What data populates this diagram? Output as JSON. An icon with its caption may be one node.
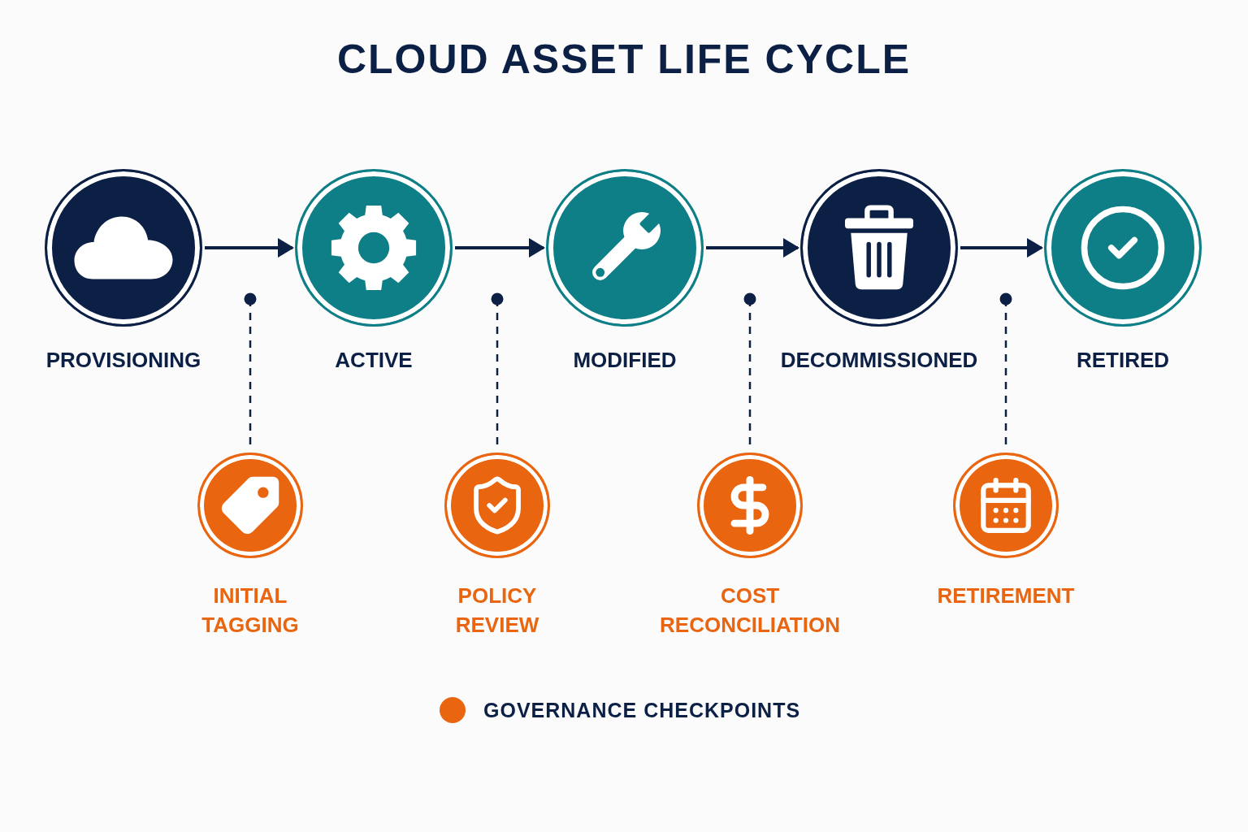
{
  "diagram": {
    "title": "CLOUD ASSET LIFE CYCLE",
    "nodes": [
      {
        "text": [
          "PROVISIONING"
        ]
      },
      {
        "text": [
          "ACTIVE"
        ]
      },
      {
        "text": [
          "MODIFIED"
        ]
      },
      {
        "text": [
          "DECOMMISSIONED"
        ]
      },
      {
        "text": [
          "RETIRED"
        ]
      },
      {
        "text": [
          "INITIAL TAGGING"
        ]
      },
      {
        "text": [
          "POLICY REVIEW"
        ]
      },
      {
        "text": [
          "COST RECONCILIATION"
        ]
      },
      {
        "text": [
          "RETIREMENT"
        ]
      }
    ],
    "edges": [
      {
        "from": 0,
        "to": 1,
        "arrow": "to"
      },
      {
        "from": 1,
        "to": 2,
        "arrow": "to"
      },
      {
        "from": 2,
        "to": 3,
        "arrow": "to"
      },
      {
        "from": 3,
        "to": 4,
        "arrow": "to"
      },
      {
        "from": null,
        "to": 5,
        "arrow": "other",
        "style": "dashed"
      },
      {
        "from": null,
        "to": 6,
        "arrow": "other",
        "style": "dashed"
      },
      {
        "from": null,
        "to": 7,
        "arrow": "other",
        "style": "dashed"
      },
      {
        "from": null,
        "to": 8,
        "arrow": "other",
        "style": "dashed"
      }
    ],
    "legend": [
      {
        "text": "GOVERNANCE CHECKPOINTS",
        "color": "#ea6510"
      }
    ]
  }
}
